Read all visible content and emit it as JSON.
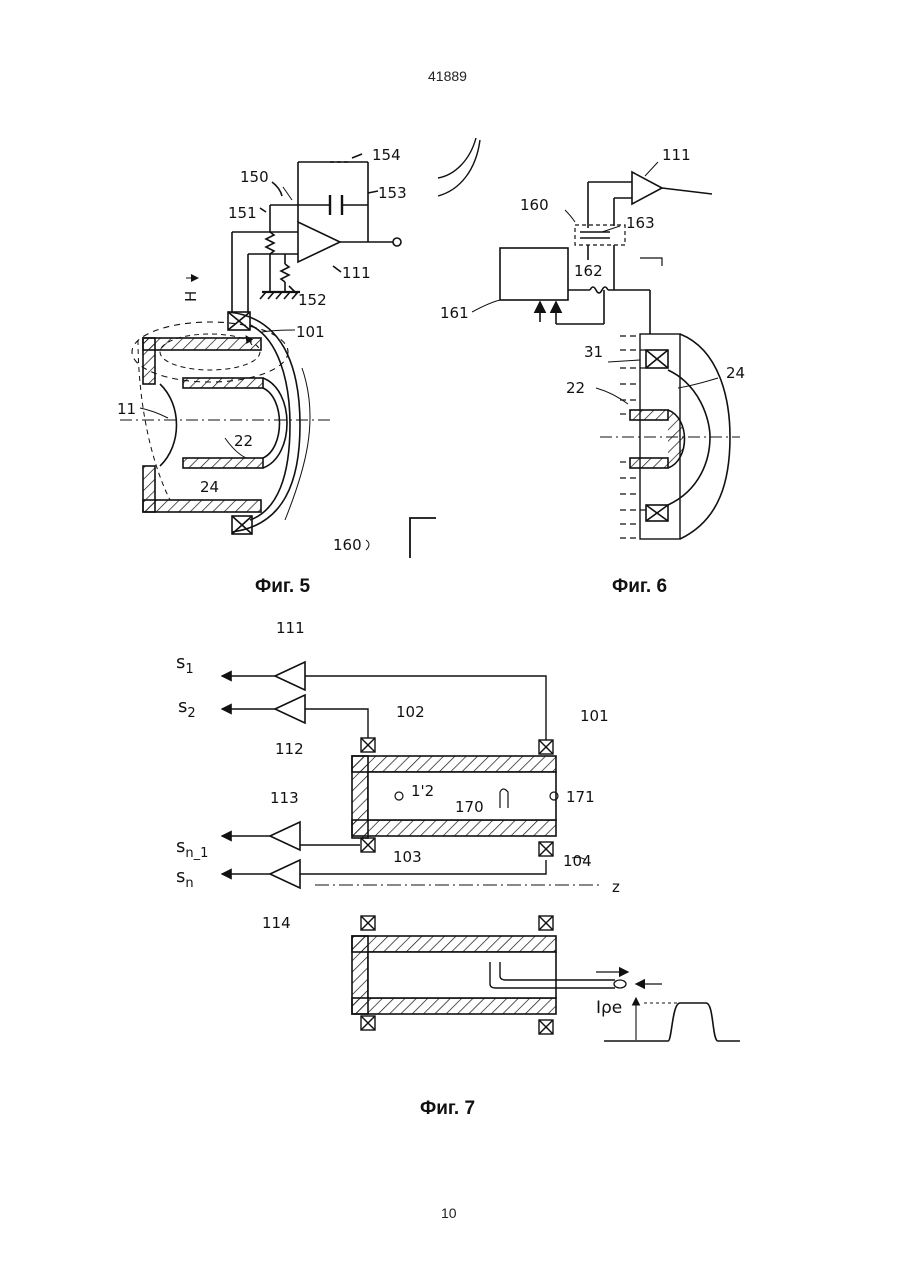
{
  "header": {
    "doc_number": "41889"
  },
  "footer": {
    "page_number": "10"
  },
  "figures": {
    "fig5": {
      "caption": "Фиг. 5",
      "labels": {
        "l150": "150",
        "l151": "151",
        "l152": "152",
        "l153": "153",
        "l154": "154",
        "l111": "111",
        "l101": "101",
        "l11": "11",
        "l22": "22",
        "l24": "24",
        "l160": "160",
        "lH": "H"
      }
    },
    "fig6": {
      "caption": "Фиг. 6",
      "labels": {
        "l111": "111",
        "l160": "160",
        "l163": "163",
        "l162": "162",
        "l161": "161",
        "l31": "31",
        "l24": "24",
        "l22": "22"
      }
    },
    "fig7": {
      "caption": "Фиг. 7",
      "labels": {
        "l111": "111",
        "l112": "112",
        "l113": "113",
        "l114": "114",
        "l101": "101",
        "l102": "102",
        "l103": "103",
        "l104": "104",
        "l172": "1'2",
        "l170": "170",
        "l171": "171",
        "lz": "z",
        "lIpe": "Iρe"
      },
      "signals": {
        "s1": "s",
        "s1_sub": "1",
        "s2": "s",
        "s2_sub": "2",
        "sn1": "s",
        "sn1_sub": "n_1",
        "sn": "s",
        "sn_sub": "n"
      }
    }
  },
  "colors": {
    "ink": "#111111",
    "background": "#ffffff"
  }
}
